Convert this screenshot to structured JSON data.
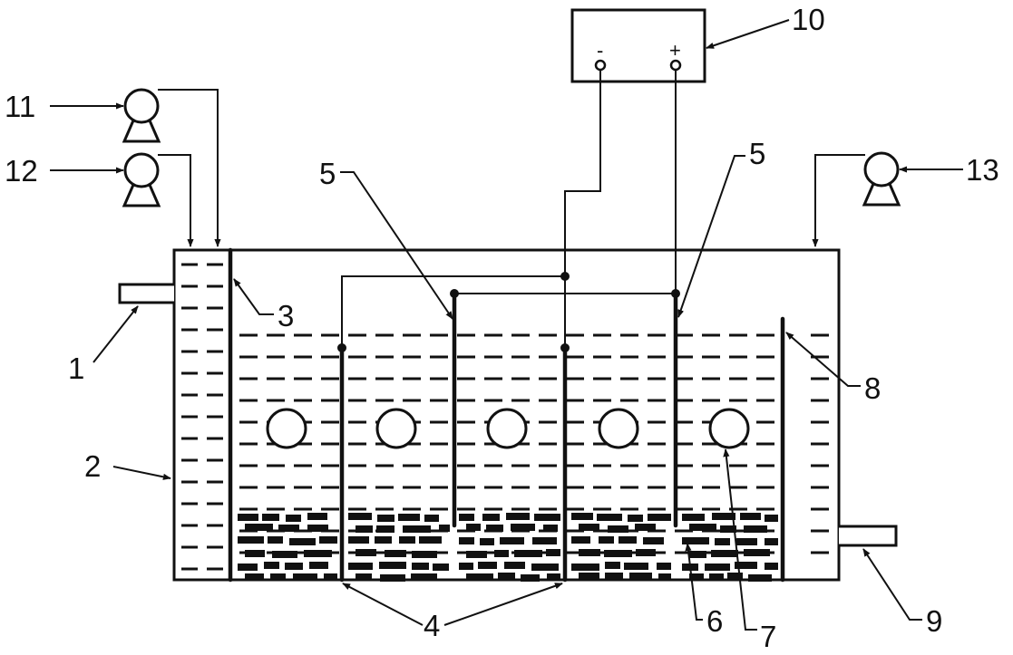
{
  "power_supply": {
    "negative": "-",
    "positive": "+"
  },
  "labels": {
    "l1": "1",
    "l2": "2",
    "l3": "3",
    "l4": "4",
    "l5a": "5",
    "l5b": "5",
    "l6": "6",
    "l7": "7",
    "l8": "8",
    "l9": "9",
    "l10": "10",
    "l11": "11",
    "l12": "12",
    "l13": "13"
  },
  "colors": {
    "stroke": "#111111",
    "background": "#ffffff"
  }
}
